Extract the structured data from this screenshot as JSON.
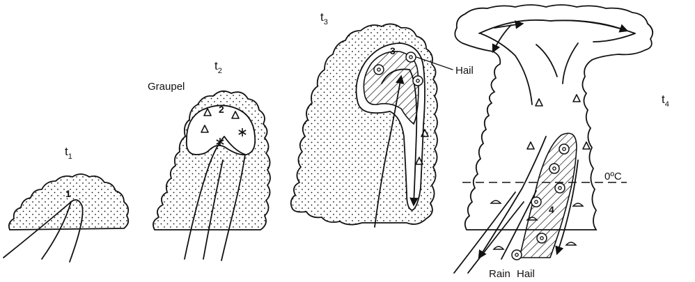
{
  "stages": [
    {
      "label": "t",
      "sub": "1",
      "cell_number": "1"
    },
    {
      "label": "t",
      "sub": "2",
      "cell_number": "2"
    },
    {
      "label": "t",
      "sub": "3",
      "cell_number": "3"
    },
    {
      "label": "t",
      "sub": "4",
      "cell_number": "4"
    }
  ],
  "labels": {
    "graupel": "Graupel",
    "hail_t3": "Hail",
    "freezing_level": "0ºC",
    "rain": "Rain",
    "hail_t4": "Hail"
  }
}
